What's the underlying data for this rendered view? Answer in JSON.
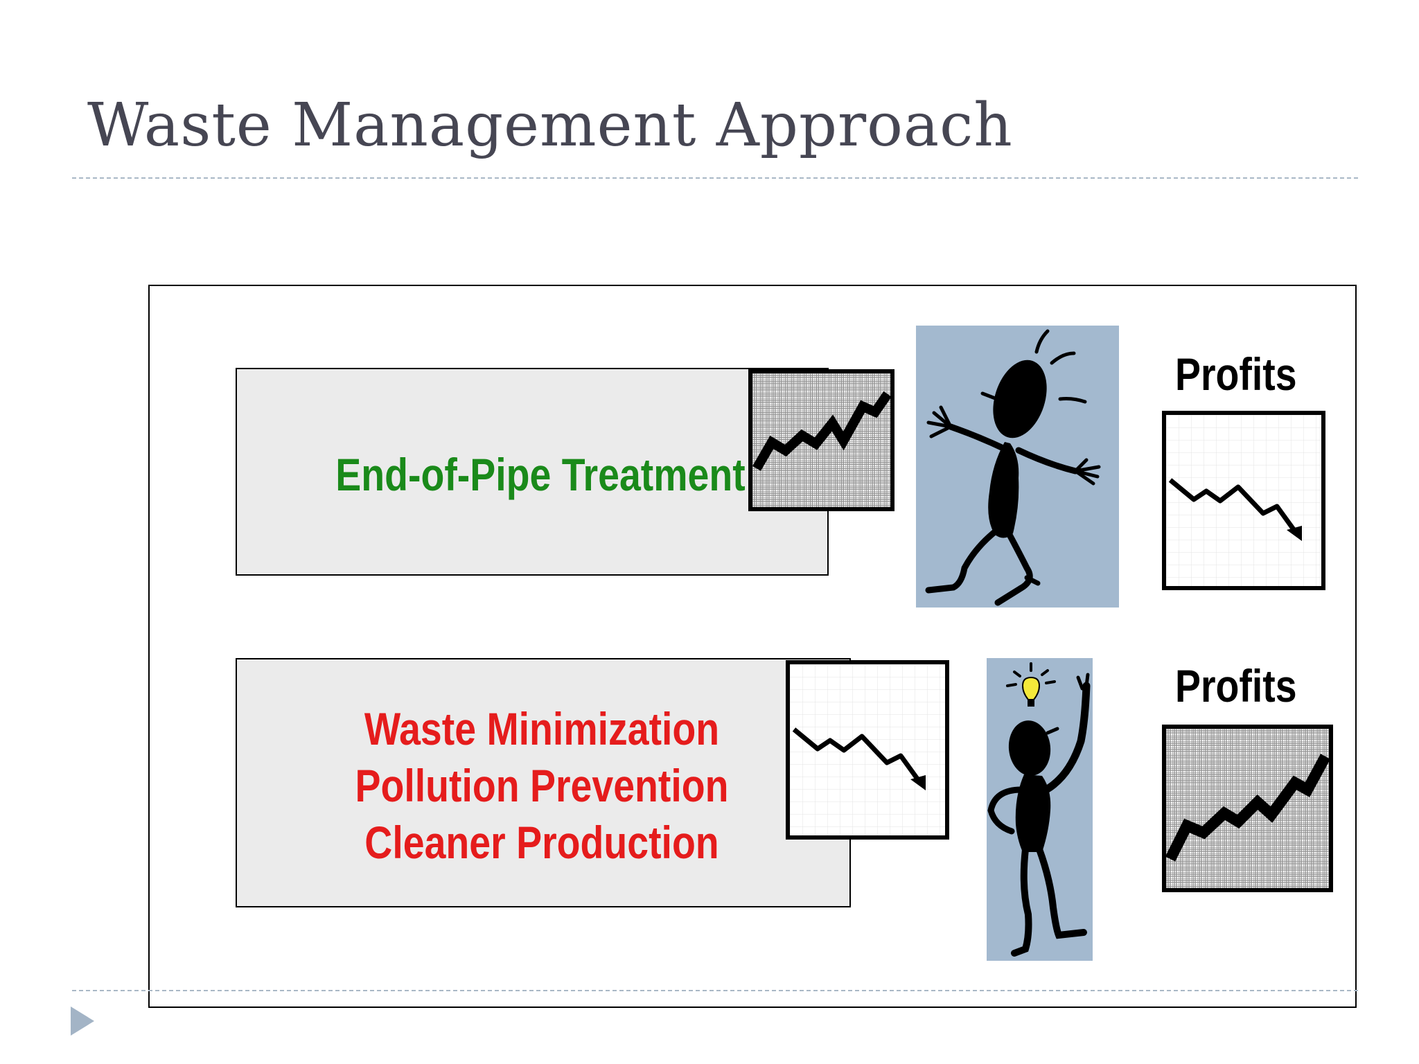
{
  "slide": {
    "title": "Waste Management Approach"
  },
  "approaches": {
    "end_of_pipe": {
      "label": "End-of-Pipe Treatment",
      "label_color": "#1a8a1a",
      "cost_trend": "rising",
      "profits_label": "Profits",
      "profits_trend": "falling"
    },
    "prevention": {
      "lines": [
        "Waste Minimization",
        "Pollution Prevention",
        "Cleaner Production"
      ],
      "label_color": "#e51c1c",
      "cost_trend": "falling",
      "profits_label": "Profits",
      "profits_trend": "rising"
    }
  },
  "colors": {
    "title": "#464653",
    "figure_panel": "#a3b9cf",
    "box_fill": "#ebebeb",
    "rule": "#a9b8c6",
    "footer_arrow": "#a3b4c6"
  },
  "icons": {
    "footer": "triangle-right-icon",
    "confused_person": "confused-person-icon",
    "idea_person": "idea-person-icon",
    "lightbulb": "lightbulb-icon"
  }
}
